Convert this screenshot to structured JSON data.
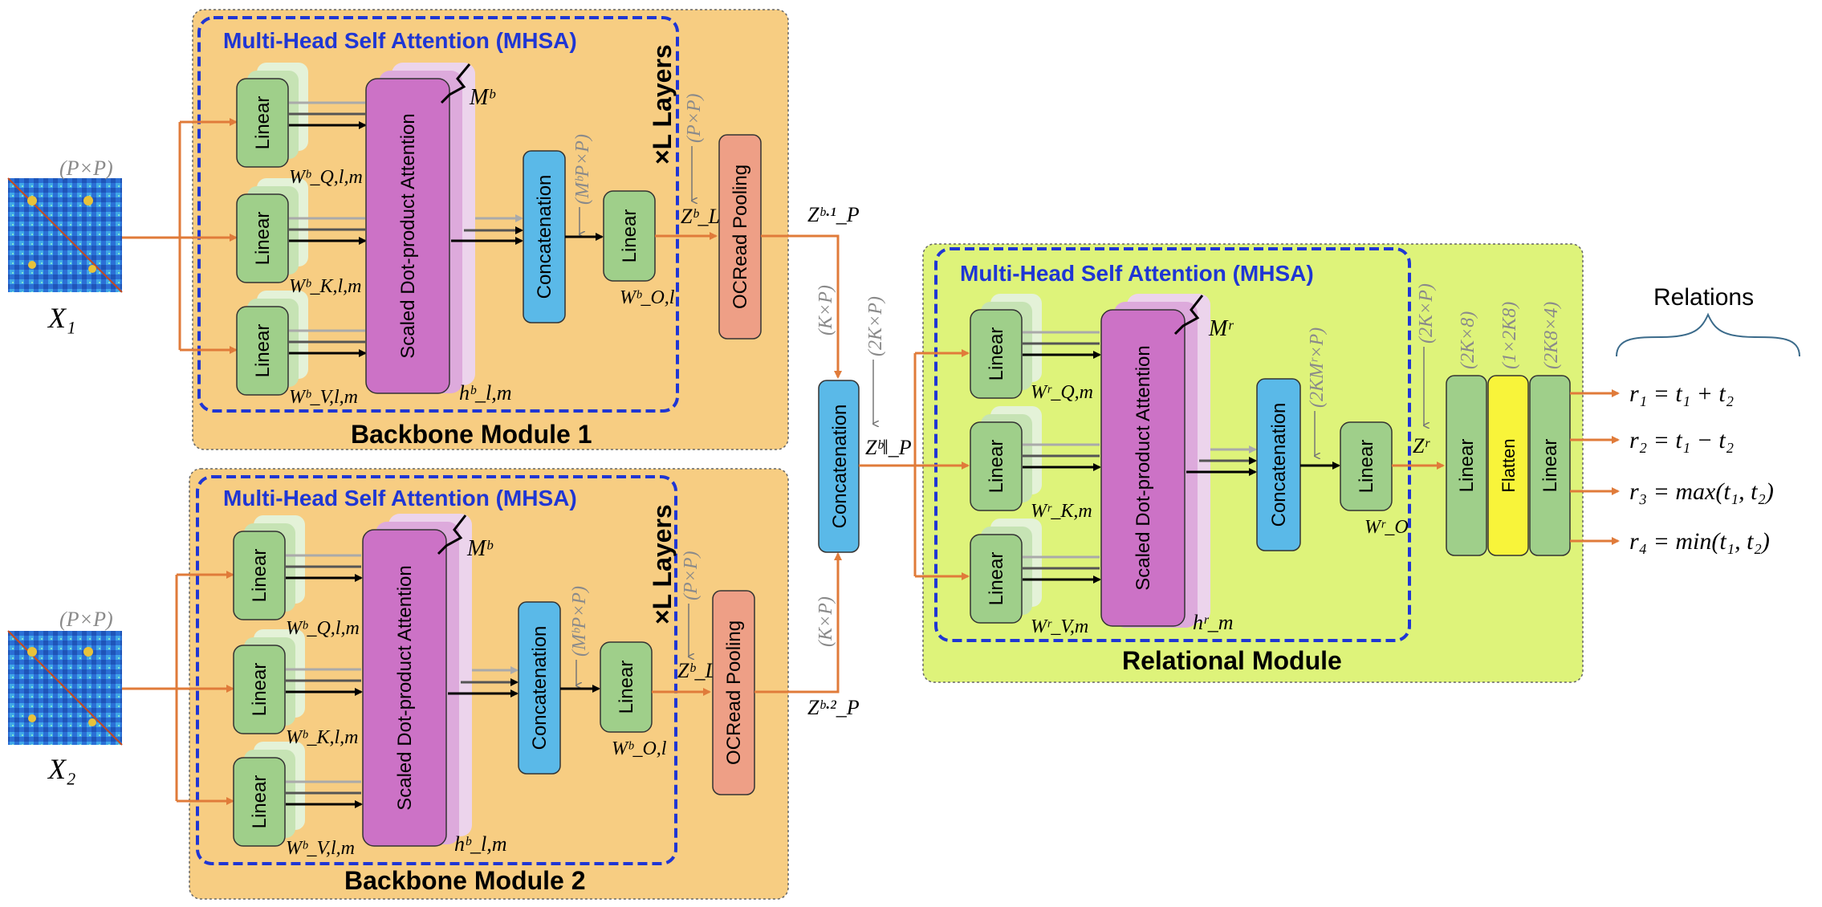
{
  "backbone1": {
    "title": "Backbone Module 1",
    "mhsa_title": "Multi-Head Self Attention (MHSA)",
    "input_label": "X₁",
    "input_dim": "(P×P)",
    "layers_label": "×L Layers",
    "linear_label": "Linear",
    "weights_q": "Wᵇ_Q,l,m",
    "weights_k": "Wᵇ_K,l,m",
    "weights_v": "Wᵇ_V,l,m",
    "attention_label": "Scaled Dot-product Attention",
    "heads_label": "Mᵇ",
    "head_out_label": "hᵇ_l,m",
    "concat_label": "Concatenation",
    "concat_dim": "(MᵇP×P)",
    "out_linear_label": "Linear",
    "out_weight": "Wᵇ_O,l",
    "zl_label": "Zᵇ_L",
    "zl_dim": "(P×P)",
    "pool_label": "OCRead Pooling",
    "output_label": "Zᵇ·¹_P"
  },
  "backbone2": {
    "title": "Backbone Module 2",
    "mhsa_title": "Multi-Head Self Attention (MHSA)",
    "input_label": "X₂",
    "input_dim": "(P×P)",
    "layers_label": "×L Layers",
    "linear_label": "Linear",
    "weights_q": "Wᵇ_Q,l,m",
    "weights_k": "Wᵇ_K,l,m",
    "weights_v": "Wᵇ_V,l,m",
    "attention_label": "Scaled Dot-product Attention",
    "heads_label": "Mᵇ",
    "head_out_label": "hᵇ_l,m",
    "concat_label": "Concatenation",
    "concat_dim": "(MᵇP×P)",
    "out_linear_label": "Linear",
    "out_weight": "Wᵇ_O,l",
    "zl_label": "Zᵇ_L",
    "zl_dim": "(P×P)",
    "pool_label": "OCRead Pooling",
    "output_label": "Zᵇ·²_P"
  },
  "middle": {
    "concat_label": "Concatenation",
    "dim_top": "(K×P)",
    "dim_bottom": "(K×P)",
    "dim_out": "(2K×P)",
    "output_label": "Zᵇ‖_P"
  },
  "relational": {
    "title": "Relational Module",
    "mhsa_title": "Multi-Head Self Attention (MHSA)",
    "linear_label": "Linear",
    "weights_q": "Wʳ_Q,m",
    "weights_k": "Wʳ_K,m",
    "weights_v": "Wʳ_V,m",
    "attention_label": "Scaled Dot-product Attention",
    "heads_label": "Mʳ",
    "head_out_label": "hʳ_m",
    "concat_label": "Concatenation",
    "concat_dim": "(2KMʳ×P)",
    "out_linear_label": "Linear",
    "out_weight": "Wʳ_O",
    "zr_label": "Zʳ",
    "zr_dim": "(2K×P)"
  },
  "head": {
    "linear1_label": "Linear",
    "flatten_label": "Flatten",
    "linear2_label": "Linear",
    "dim1": "(2K×8)",
    "dim2": "(1×2K8)",
    "dim3": "(2K8×4)"
  },
  "relations": {
    "title": "Relations",
    "items": [
      "r₁ = t₁ + t₂",
      "r₂ = t₁ − t₂",
      "r₃ = max(t₁, t₂)",
      "r₄ = min(t₁, t₂)"
    ]
  },
  "colors": {
    "orange_panel": "#f7cd82",
    "green_panel": "#def37a",
    "mhsa_border": "#1f36d4",
    "linear_fill": "#9fcf8a",
    "attention_fill": "#cc72c6",
    "concat_fill": "#5ab9e8",
    "pool_fill": "#ee9f86",
    "flatten_fill": "#f8f43a",
    "arrow": "#e07b3a",
    "dim_text": "#8a8a8a"
  }
}
